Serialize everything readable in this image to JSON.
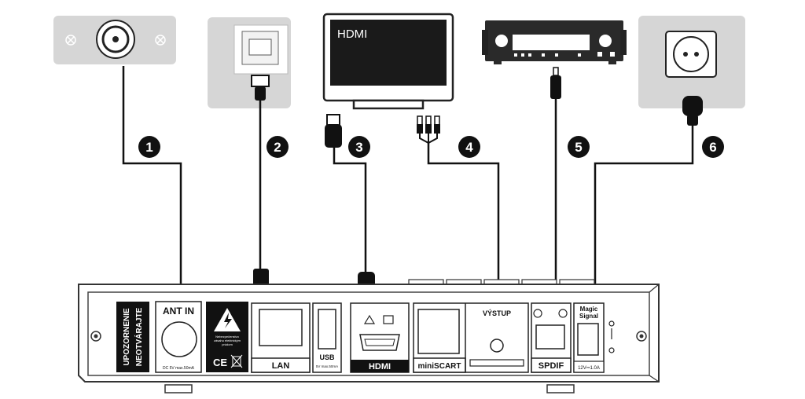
{
  "tv": {
    "label": "HDMI"
  },
  "steps": [
    "1",
    "2",
    "3",
    "4",
    "5",
    "6"
  ],
  "device": {
    "warning_line1": "UPOZORNENIE",
    "warning_line2": "NEOTVÁRAJTE",
    "ant_in": "ANT IN",
    "ant_sub": "DC 5V max.50mA",
    "shock_text1": "Nebezpečenstvo",
    "shock_text2": "zásahu elektrickým",
    "shock_text3": "prúdom",
    "ce": "CE",
    "lan": "LAN",
    "usb": "USB",
    "usb_sub": "5V max.50mA",
    "hdmi": "HDMI",
    "miniscart": "miniSCART",
    "vystup": "VÝSTUP",
    "spdif": "SPDIF",
    "magic": "Magic",
    "signal": "Signal",
    "power": "12V⎓1.0A"
  },
  "colors": {
    "ink": "#111111",
    "panel": "#d6d6d6",
    "outline": "#333333"
  }
}
